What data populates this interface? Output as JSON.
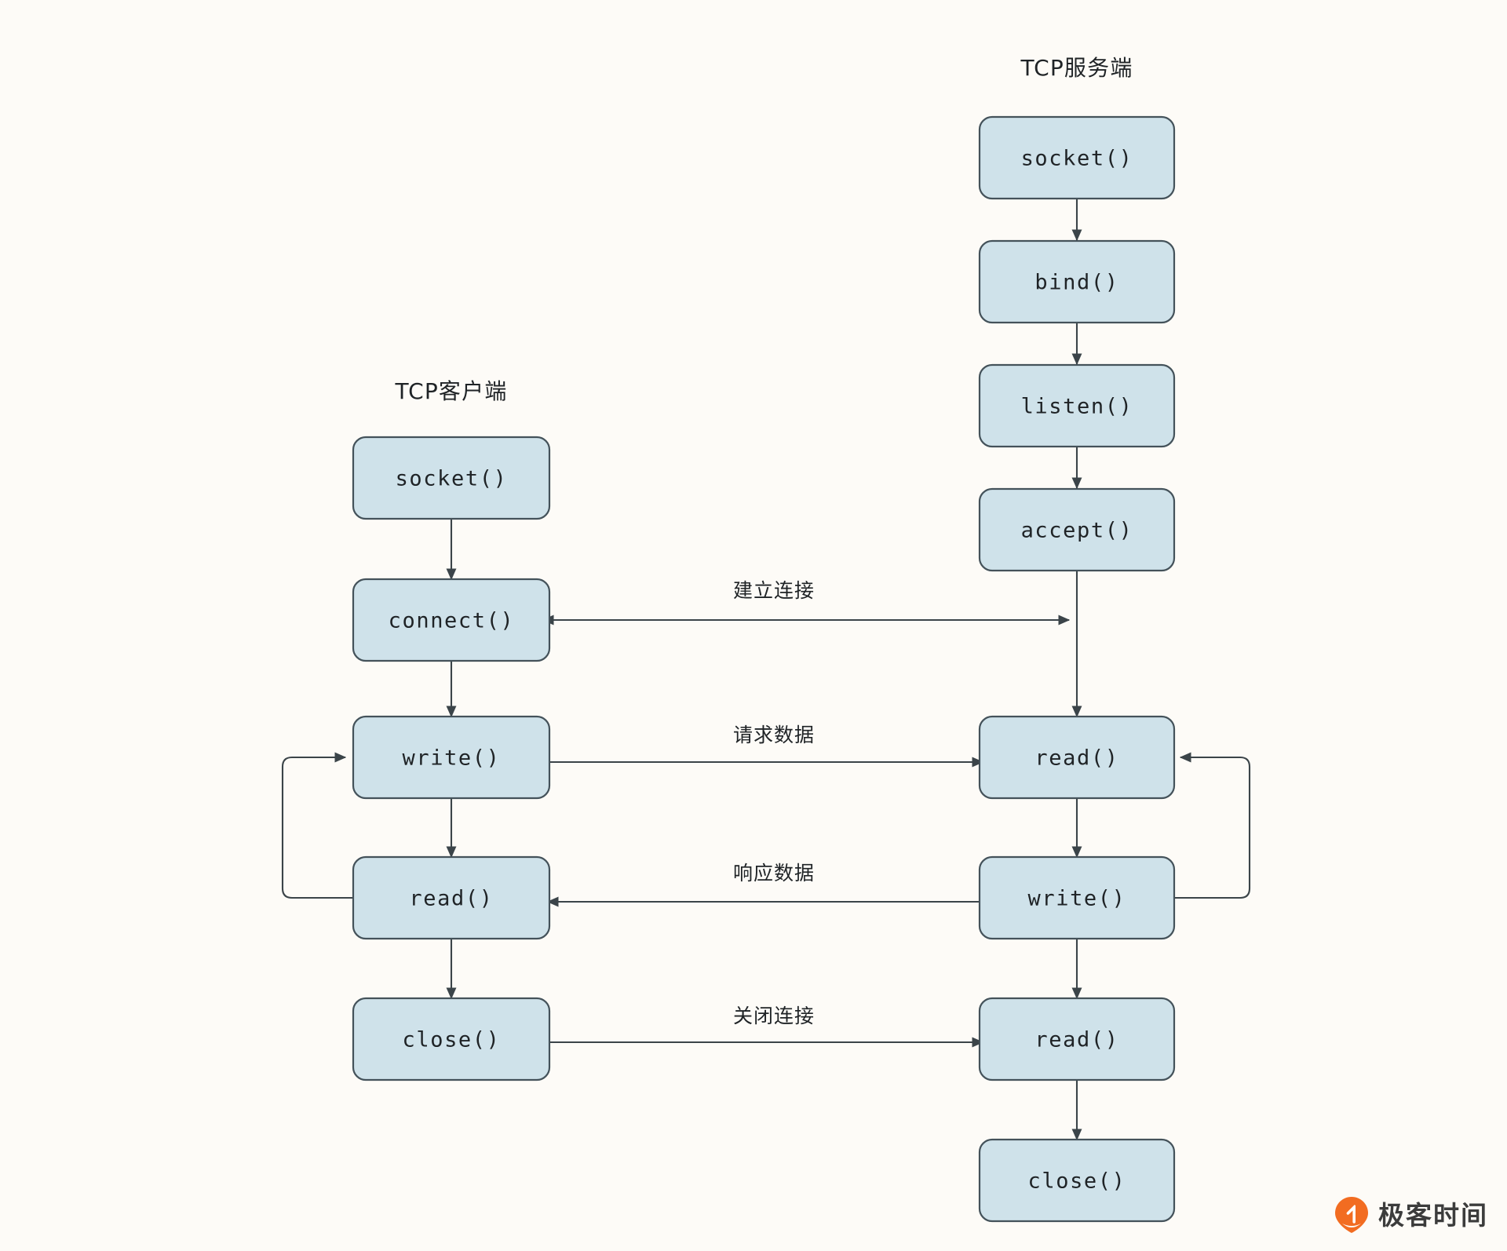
{
  "diagram": {
    "title_client": "TCP客户端",
    "title_server": "TCP服务端",
    "background_color": "#fdfbf7",
    "node_fill_color": "#cfe2ea",
    "node_stroke_color": "#44525a",
    "edge_color": "#3b4449",
    "client_nodes": [
      {
        "id": "c-socket",
        "label": "socket()"
      },
      {
        "id": "c-connect",
        "label": "connect()"
      },
      {
        "id": "c-write",
        "label": "write()"
      },
      {
        "id": "c-read",
        "label": "read()"
      },
      {
        "id": "c-close",
        "label": "close()"
      }
    ],
    "server_nodes": [
      {
        "id": "s-socket",
        "label": "socket()"
      },
      {
        "id": "s-bind",
        "label": "bind()"
      },
      {
        "id": "s-listen",
        "label": "listen()"
      },
      {
        "id": "s-accept",
        "label": "accept()"
      },
      {
        "id": "s-read1",
        "label": "read()"
      },
      {
        "id": "s-write",
        "label": "write()"
      },
      {
        "id": "s-read2",
        "label": "read()"
      },
      {
        "id": "s-close",
        "label": "close()"
      }
    ],
    "cross_edges": [
      {
        "id": "e-connect",
        "label": "建立连接",
        "direction": "bidirectional"
      },
      {
        "id": "e-request",
        "label": "请求数据",
        "direction": "client-to-server"
      },
      {
        "id": "e-response",
        "label": "响应数据",
        "direction": "server-to-client"
      },
      {
        "id": "e-close",
        "label": "关闭连接",
        "direction": "client-to-server"
      }
    ]
  },
  "watermark": {
    "text": "极客时间",
    "mark_color": "#f26c21",
    "text_color": "#3c3c3c",
    "icon": "location-pin-icon"
  }
}
